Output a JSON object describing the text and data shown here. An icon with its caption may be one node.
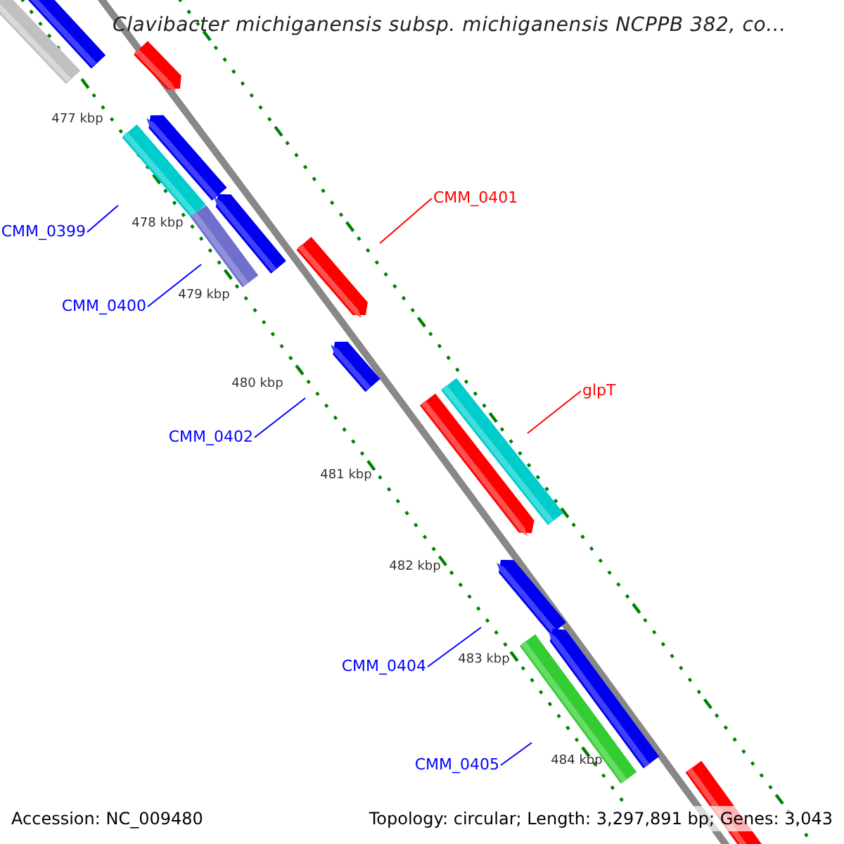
{
  "diagram": {
    "title": "Clavibacter michiganensis subsp. michiganensis NCPPB 382, co...",
    "nodes": [
      {
        "text": [
          "CMM_0401"
        ]
      },
      {
        "text": [
          "CMM_0399"
        ]
      },
      {
        "text": [
          "CMM_0400"
        ]
      },
      {
        "text": [
          "glpT"
        ]
      },
      {
        "text": [
          "CMM_0402"
        ]
      },
      {
        "text": [
          "CMM_0404"
        ]
      },
      {
        "text": [
          "CMM_0405"
        ]
      }
    ],
    "edges": [
      {
        "from": 0,
        "to": null,
        "arrow": "none",
        "color": "#ff0000"
      },
      {
        "from": 1,
        "to": null,
        "arrow": "none"
      },
      {
        "from": 2,
        "to": null,
        "arrow": "none"
      },
      {
        "from": 3,
        "to": null,
        "arrow": "none",
        "color": "#ff0000"
      },
      {
        "from": 4,
        "to": null,
        "arrow": "none"
      },
      {
        "from": 5,
        "to": null,
        "arrow": "none"
      },
      {
        "from": 6,
        "to": null,
        "arrow": "none"
      }
    ],
    "labels": [
      "477 kbp",
      "478 kbp",
      "479 kbp",
      "480 kbp",
      "481 kbp",
      "482 kbp",
      "483 kbp",
      "484 kbp",
      "Accession: NC_009480",
      "Topology: circular; Length: 3,297,891 bp; Genes: 3,043"
    ]
  }
}
